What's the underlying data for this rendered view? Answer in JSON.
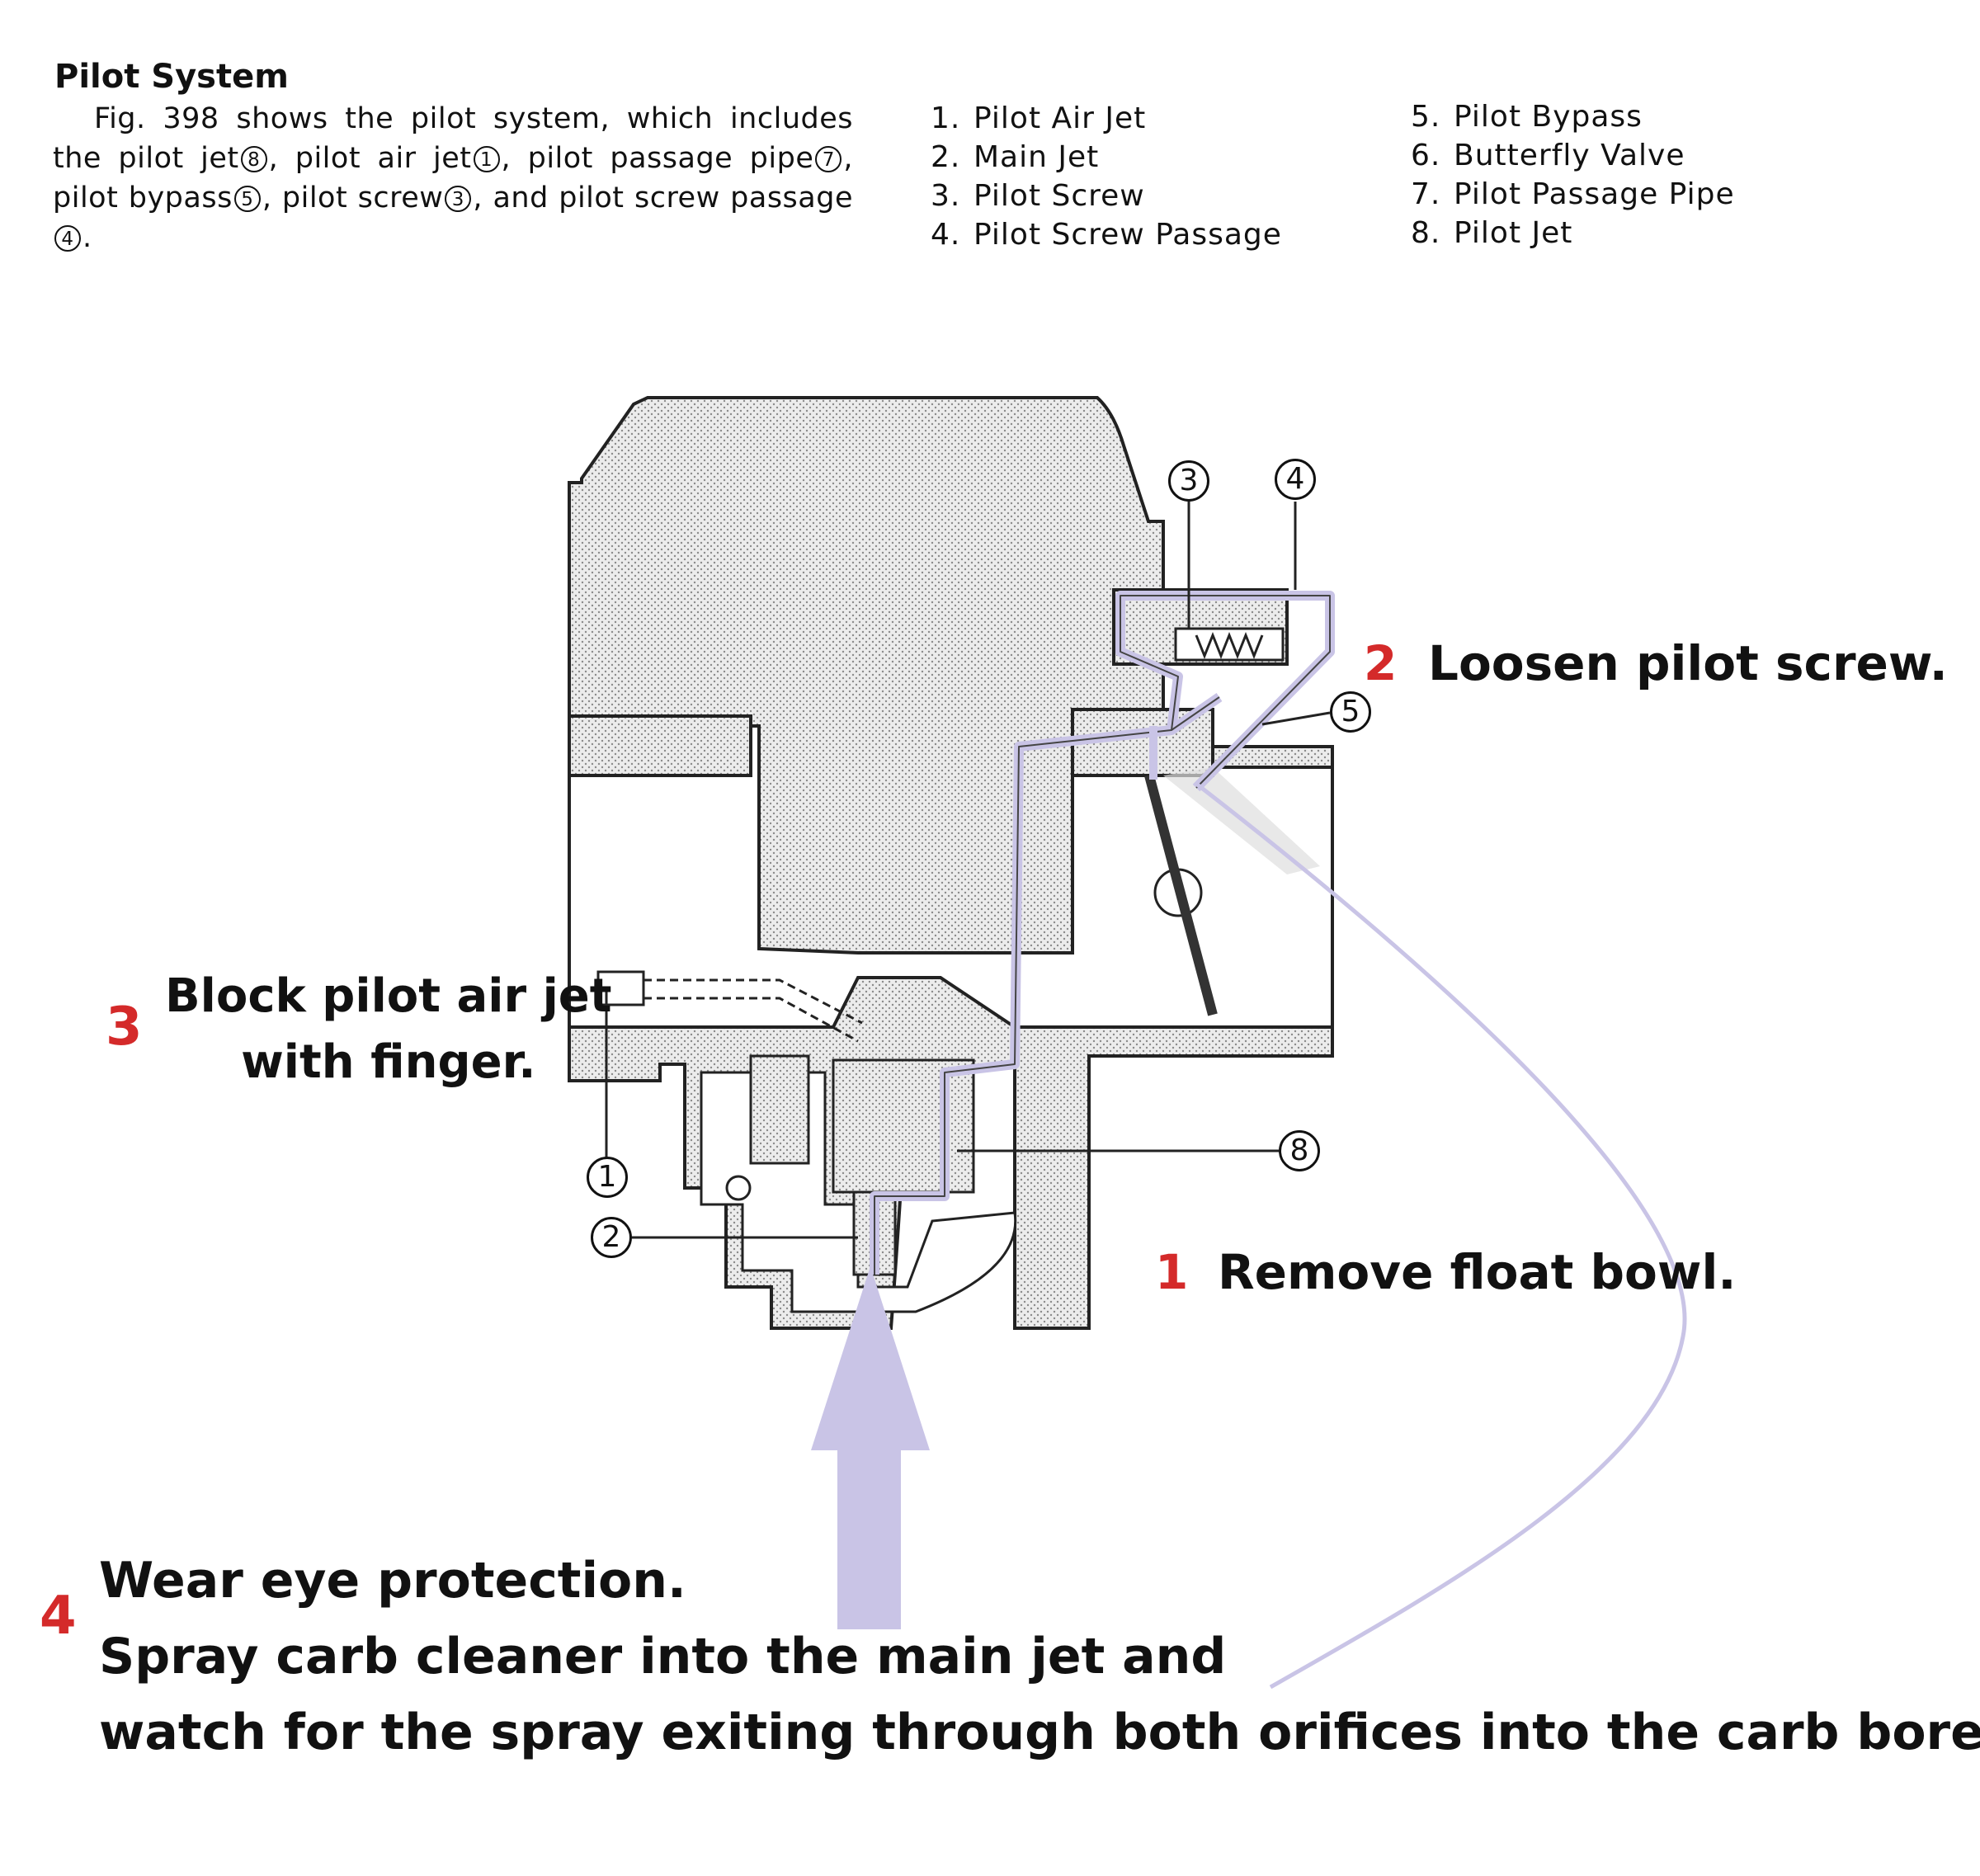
{
  "section": {
    "heading": "Pilot System",
    "intro": {
      "part1": "Fig. 398 shows the pilot system, which includes the pilot jet",
      "ref1": "8",
      "part2": ", pilot air jet",
      "ref2": "1",
      "part3": ", pilot passage pipe",
      "ref3": "7",
      "part4": ", pilot bypass",
      "ref4": "5",
      "part5": ", pilot screw",
      "ref5": "3",
      "part6": ", and pilot screw passage",
      "ref6": "4",
      "part7": "."
    }
  },
  "legend": [
    {
      "num": "1.",
      "label": "Pilot Air Jet"
    },
    {
      "num": "2.",
      "label": "Main Jet"
    },
    {
      "num": "3.",
      "label": "Pilot Screw"
    },
    {
      "num": "4.",
      "label": "Pilot Screw Passage"
    },
    {
      "num": "5.",
      "label": "Pilot Bypass"
    },
    {
      "num": "6.",
      "label": "Butterfly Valve"
    },
    {
      "num": "7.",
      "label": "Pilot Passage Pipe"
    },
    {
      "num": "8.",
      "label": "Pilot Jet"
    }
  ],
  "callouts": {
    "c1": "1",
    "c2": "2",
    "c3": "3",
    "c4": "4",
    "c5": "5",
    "c8": "8"
  },
  "steps": {
    "s1": {
      "num": "1",
      "text": "Remove float bowl."
    },
    "s2": {
      "num": "2",
      "text": "Loosen pilot screw."
    },
    "s3": {
      "num": "3",
      "line1": "Block pilot air jet",
      "line2": "with finger."
    },
    "s4": {
      "num": "4",
      "line1": "Wear eye protection.",
      "line2": "Spray carb cleaner into the main jet and",
      "line3": "watch for the spray exiting through both orifices into the carb bore."
    }
  },
  "colors": {
    "highlight": "#c9c4e6",
    "step_number": "#d42a2a",
    "diagram_fill": "#e6e6e6"
  }
}
